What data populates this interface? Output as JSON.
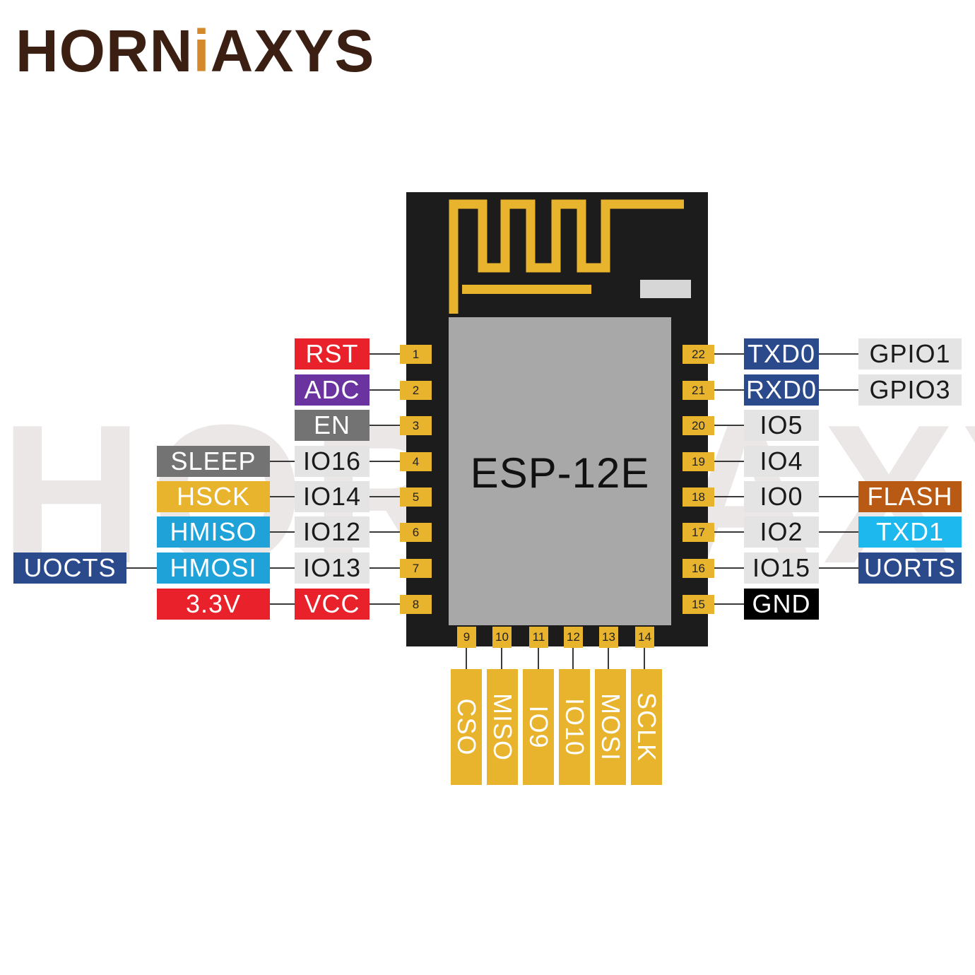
{
  "brand": {
    "name_part1": "HORN",
    "name_accent": "i",
    "name_part2": "AXYS",
    "watermark": "HORNiAXYS"
  },
  "module": {
    "name": "ESP-12E"
  },
  "colors": {
    "red": "#e8212a",
    "purple": "#6b33a0",
    "gray": "#737373",
    "light": "#e4e4e4",
    "yellow": "#e8b32d",
    "sky": "#1ea2d8",
    "navy": "#2a4a8c",
    "orange": "#b85a14",
    "cyan": "#1cb8ee",
    "black": "#000000",
    "module": "#1c1c1c",
    "shield": "#a8a8a8"
  },
  "pins": {
    "left": [
      {
        "num": "1",
        "name": "RST",
        "name_color": "red"
      },
      {
        "num": "2",
        "name": "ADC",
        "name_color": "purple"
      },
      {
        "num": "3",
        "name": "EN",
        "name_color": "gray"
      },
      {
        "num": "4",
        "name": "IO16",
        "name_color": "light",
        "alt": "SLEEP",
        "alt_color": "gray"
      },
      {
        "num": "5",
        "name": "IO14",
        "name_color": "light",
        "alt": "HSCK",
        "alt_color": "yellow"
      },
      {
        "num": "6",
        "name": "IO12",
        "name_color": "light",
        "alt": "HMISO",
        "alt_color": "sky"
      },
      {
        "num": "7",
        "name": "IO13",
        "name_color": "light",
        "alt": "HMOSI",
        "alt_color": "sky",
        "alt2": "UOCTS",
        "alt2_color": "navy"
      },
      {
        "num": "8",
        "name": "VCC",
        "name_color": "red",
        "alt": "3.3V",
        "alt_color": "red"
      }
    ],
    "right": [
      {
        "num": "22",
        "name": "TXD0",
        "name_color": "navy",
        "alt": "GPIO1",
        "alt_color": "light"
      },
      {
        "num": "21",
        "name": "RXD0",
        "name_color": "navy",
        "alt": "GPIO3",
        "alt_color": "light"
      },
      {
        "num": "20",
        "name": "IO5",
        "name_color": "light"
      },
      {
        "num": "19",
        "name": "IO4",
        "name_color": "light"
      },
      {
        "num": "18",
        "name": "IO0",
        "name_color": "light",
        "alt": "FLASH",
        "alt_color": "orange"
      },
      {
        "num": "17",
        "name": "IO2",
        "name_color": "light",
        "alt": "TXD1",
        "alt_color": "cyan"
      },
      {
        "num": "16",
        "name": "IO15",
        "name_color": "light",
        "alt": "UORTS",
        "alt_color": "navy"
      },
      {
        "num": "15",
        "name": "GND",
        "name_color": "black"
      }
    ],
    "bottom": [
      {
        "num": "9",
        "name": "CSO"
      },
      {
        "num": "10",
        "name": "MISO"
      },
      {
        "num": "11",
        "name": "IO9"
      },
      {
        "num": "12",
        "name": "IO10"
      },
      {
        "num": "13",
        "name": "MOSI"
      },
      {
        "num": "14",
        "name": "SCLK"
      }
    ]
  }
}
